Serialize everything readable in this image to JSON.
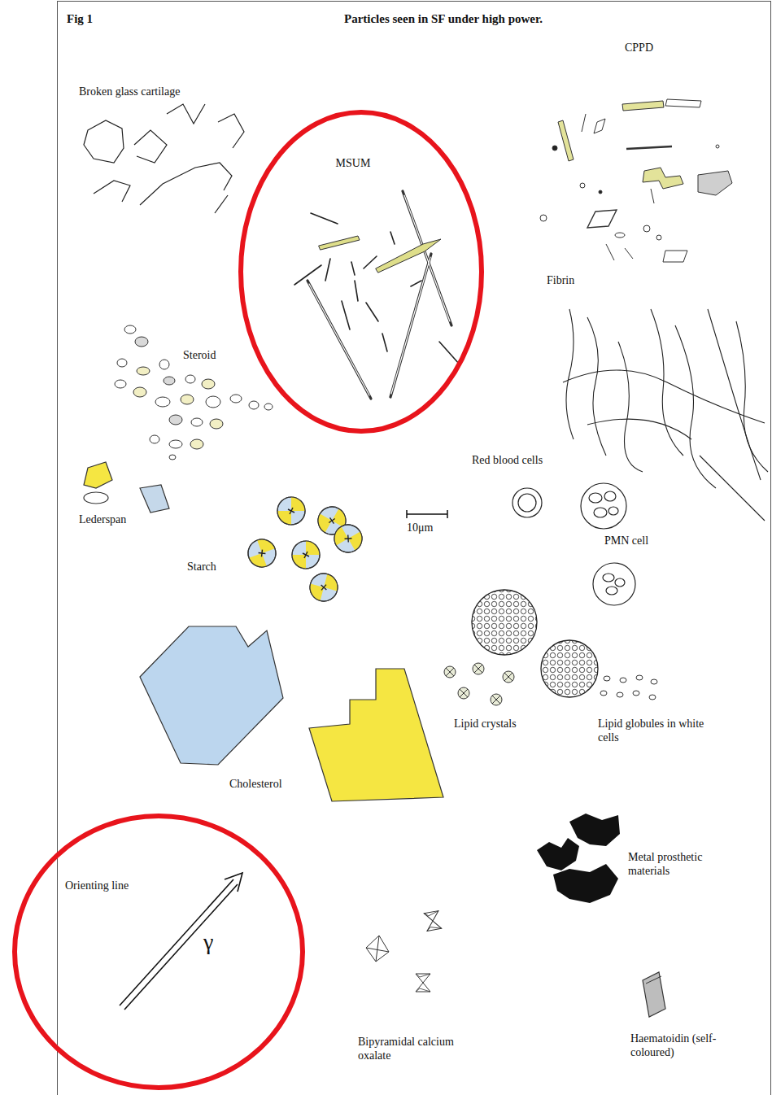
{
  "diagram": {
    "title": "Particles seen in SF under high power.",
    "nodes": [
      {
        "text": [
          "MSUM"
        ]
      },
      {
        "text": [
          "Orienting line",
          "γ"
        ]
      }
    ],
    "labels": [
      "Fig 1",
      "CPPD",
      "Broken glass cartilage",
      "Fibrin",
      "Steroid",
      "Red blood cells",
      "10μm",
      "PMN cell",
      "Lederspan",
      "Starch",
      "Lipid crystals",
      "Lipid globules in white cells",
      "Cholesterol",
      "Metal prosthetic materials",
      "Bipyramidal calcium oxalate",
      "Haematoidin (self-coloured)"
    ]
  }
}
